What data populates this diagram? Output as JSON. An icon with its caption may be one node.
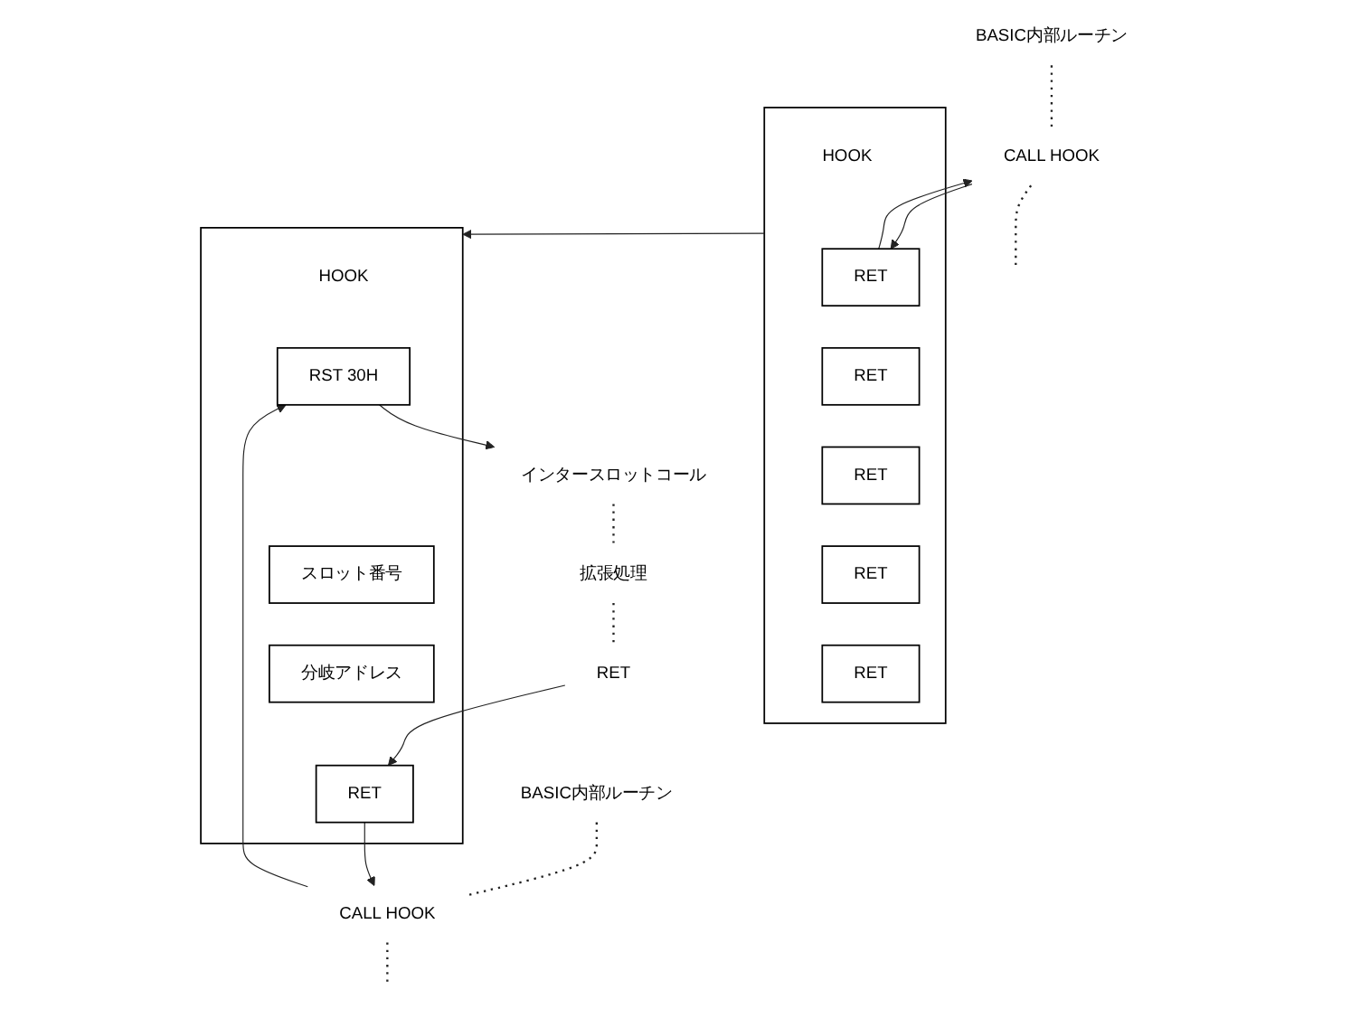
{
  "diagram": {
    "nodes": [
      {
        "text": [
          "BASIC内部ルーチン"
        ]
      },
      {
        "text": [
          "CALL HOOK"
        ]
      },
      {
        "text": [],
        "shape": "box",
        "beside": [
          "HOOK"
        ]
      },
      {
        "text": [
          "RET"
        ],
        "in": 2
      },
      {
        "text": [
          "RET"
        ],
        "in": 2
      },
      {
        "text": [
          "RET"
        ],
        "in": 2
      },
      {
        "text": [
          "RET"
        ],
        "in": 2
      },
      {
        "text": [
          "RET"
        ],
        "in": 2
      },
      {
        "text": [
          "BASIC内部ルーチン"
        ]
      },
      {
        "text": [
          "CALL HOOK"
        ]
      },
      {
        "text": [],
        "shape": "box",
        "beside": [
          "HOOK"
        ]
      },
      {
        "text": [
          "RST 30H"
        ],
        "in": 10
      },
      {
        "text": [
          "スロット番号"
        ],
        "in": 10
      },
      {
        "text": [
          "分岐アドレス"
        ],
        "in": 10
      },
      {
        "text": [
          "RET"
        ],
        "in": 10
      },
      {
        "text": [
          "インタースロットコール"
        ]
      },
      {
        "text": [
          "拡張処理"
        ]
      },
      {
        "text": [
          "RET"
        ]
      }
    ],
    "edges": [
      {
        "from": 0,
        "to": 1,
        "arrow": "none",
        "style": "dashed"
      },
      {
        "from": 1,
        "to": null,
        "arrow": "none",
        "style": "dashed"
      },
      {
        "from": 1,
        "to": 3,
        "arrow": "to"
      },
      {
        "from": 3,
        "to": 1,
        "arrow": "to"
      },
      {
        "from": 2,
        "to": 10,
        "arrow": "to"
      },
      {
        "from": 8,
        "to": 9,
        "arrow": "none",
        "style": "dashed"
      },
      {
        "from": 9,
        "to": null,
        "arrow": "none",
        "style": "dashed"
      },
      {
        "from": 9,
        "to": 11,
        "arrow": "to"
      },
      {
        "from": 11,
        "to": 15,
        "arrow": "to"
      },
      {
        "from": 15,
        "to": 16,
        "arrow": "none",
        "style": "dashed"
      },
      {
        "from": 16,
        "to": 17,
        "arrow": "none",
        "style": "dashed"
      },
      {
        "from": 17,
        "to": 14,
        "arrow": "to"
      },
      {
        "from": 14,
        "to": 9,
        "arrow": "to"
      }
    ]
  }
}
